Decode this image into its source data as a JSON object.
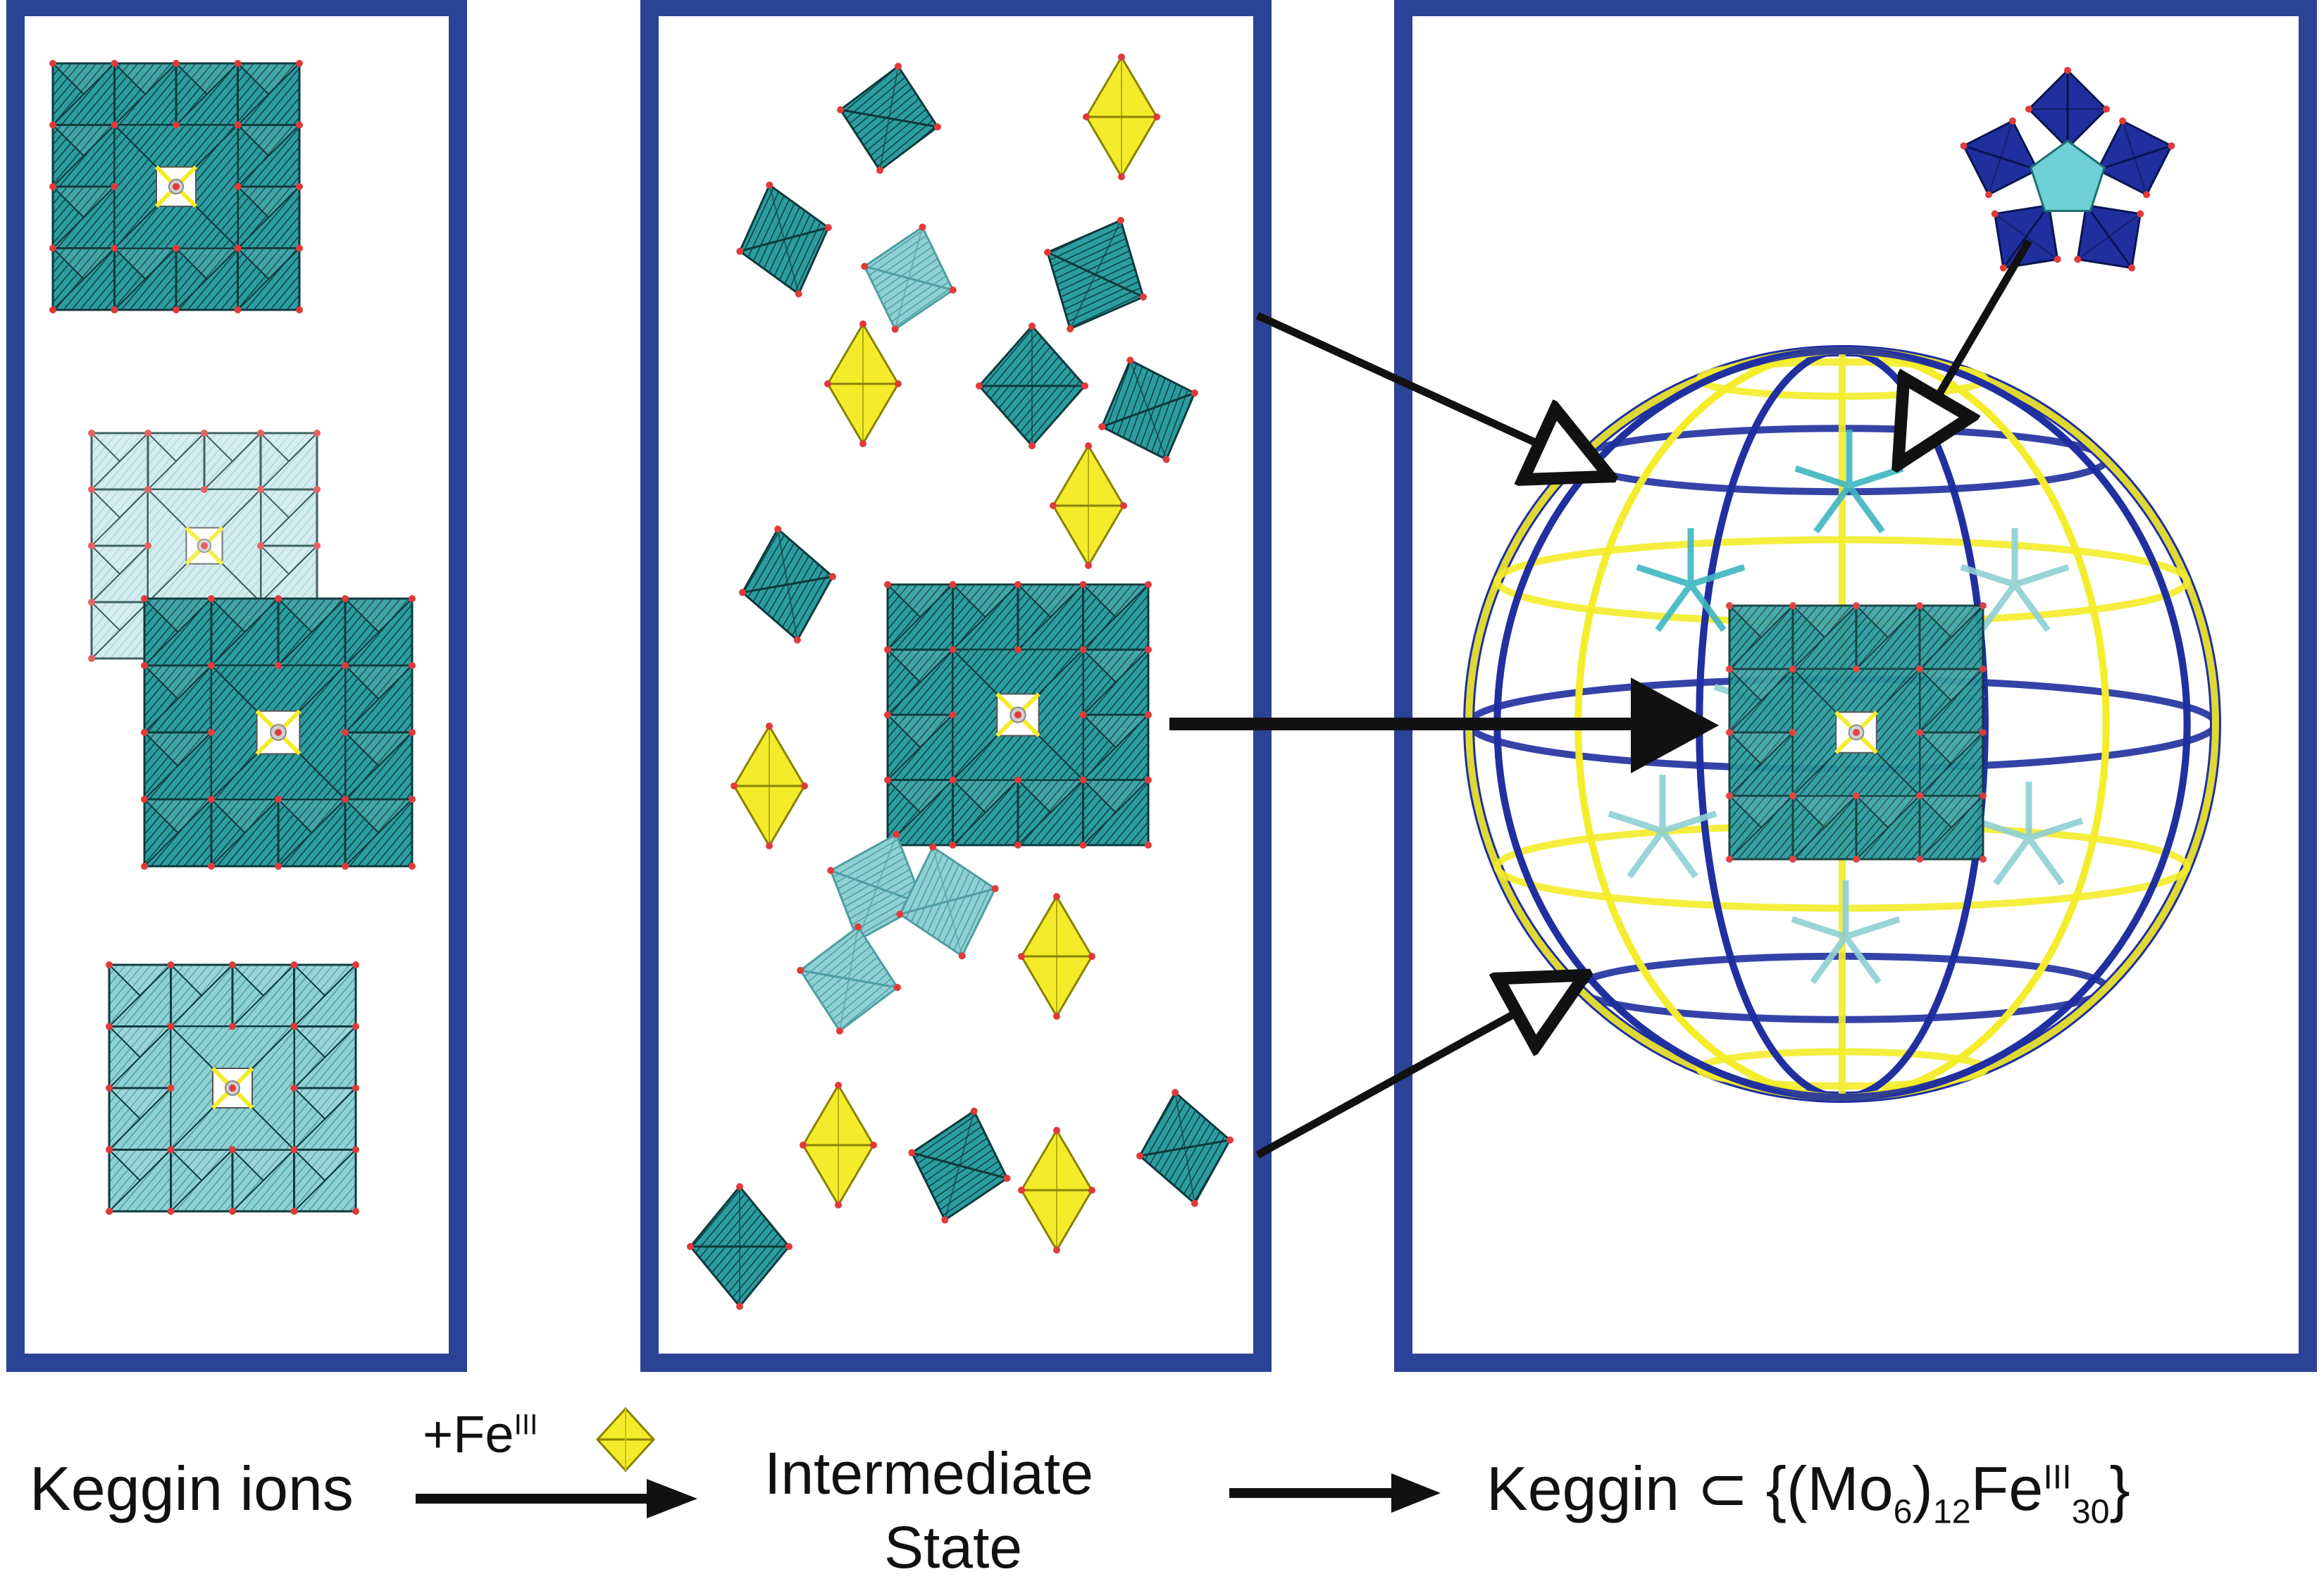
{
  "labels": {
    "keggin_ions": "Keggin ions",
    "plus_fe": "+Fe",
    "plus_fe_sup": "III",
    "intermediate_line1": "Intermediate",
    "intermediate_line2": "State",
    "product_prefix": "Keggin ⊂ {(Mo",
    "product_sub1": "6",
    "product_mid": ")",
    "product_sub2": "12",
    "product_fe": "Fe",
    "product_sup": "III",
    "product_sub3": "30",
    "product_close": "}"
  },
  "colors": {
    "frame": "#2b4396",
    "teal": "#2b9ca0",
    "teal_dark": "#1f6f73",
    "teal_light": "#8fd0d3",
    "yellow": "#f4ec2a",
    "yellow_dark": "#c9bf12",
    "navy": "#1f2f9e",
    "cyan_bond": "#3fb6c0",
    "oxygen": "#e03a3a",
    "arrow": "#111111"
  },
  "icons": {
    "keggin": "keggin-polyhedron-icon",
    "octahedron": "octahedron-icon",
    "fe_octahedron": "fe-octahedron-icon",
    "mo6_pentagon": "mo6-pentagonal-unit-icon",
    "cage": "icosidodecahedral-cage-icon",
    "arrow": "arrow-icon"
  }
}
